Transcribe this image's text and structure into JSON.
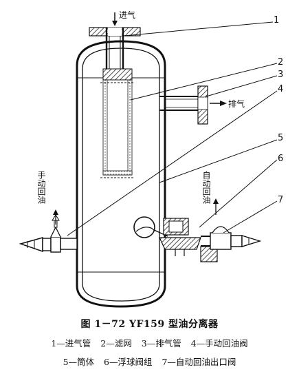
{
  "diagram": {
    "inlet_label": "进气",
    "exhaust_label": "排气",
    "manual_return_label": "手动回油",
    "auto_return_label": "自动回油",
    "callouts": [
      "1",
      "2",
      "3",
      "4",
      "5",
      "6",
      "7"
    ]
  },
  "caption": {
    "title": "图 1－72   YF159 型油分离器",
    "legend": [
      "1—进气管",
      "2—滤网",
      "3—排气管",
      "4—手动回油阀",
      "5—筒体",
      "6—浮球阀组",
      "7—自动回油出口阀"
    ]
  }
}
